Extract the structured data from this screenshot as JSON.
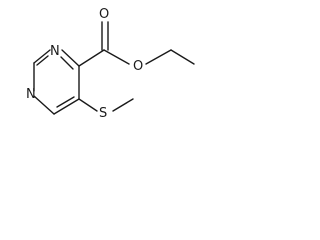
{
  "molecule": {
    "atoms": {
      "n_top": "N",
      "n_bottom": "N",
      "o_carbonyl": "O",
      "o_ester": "O",
      "s": "S"
    }
  },
  "colors": {
    "bond": "#1a1a1a",
    "label": "#1a1a1a",
    "background": "#ffffff"
  }
}
